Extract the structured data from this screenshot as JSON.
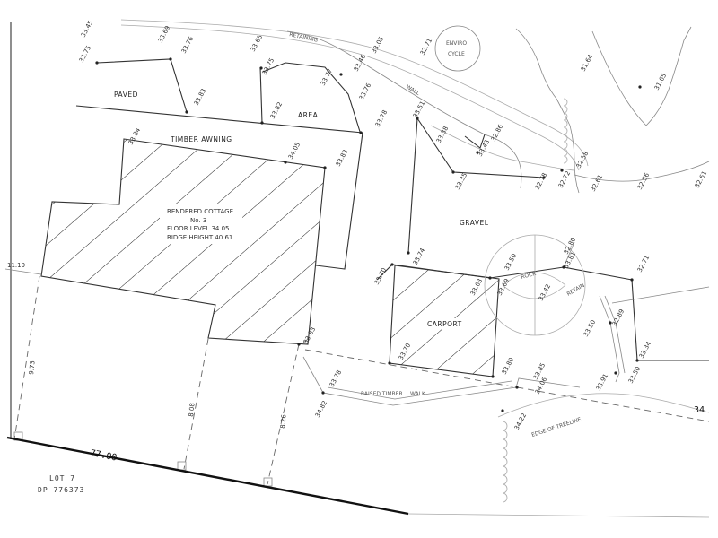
{
  "labels": {
    "paved": "PAVED",
    "area": "AREA",
    "timber_awning": "TIMBER   AWNING",
    "cottage_1": "RENDERED COTTAGE",
    "cottage_2": "No. 3",
    "cottage_3": "FLOOR  LEVEL  34.05",
    "cottage_4": "RIDGE HEIGHT 40.61",
    "gravel": "GRAVEL",
    "carport": "CARPORT",
    "enviro": "ENVIRO",
    "cycle": "CYCLE",
    "retaining": "RETAINING",
    "wall": "WALL",
    "edge_of_treeline": "EDGE   OF   TREELINE",
    "lot_1": "LOT 7",
    "lot_2": "DP 776373",
    "boundary_length": "77.00",
    "boundary_end": "34",
    "left_dim": "11.19",
    "dim_1": "9.73",
    "dim_2": "8.08",
    "dim_3": "8.26",
    "raised_timber": "RAISED TIMBER",
    "walk": "WALK",
    "rock": "ROCK",
    "retain": "RETAIN"
  },
  "levels": [
    {
      "id": "l1",
      "value": "33.45"
    },
    {
      "id": "l2",
      "value": "33.69"
    },
    {
      "id": "l3",
      "value": "33.75"
    },
    {
      "id": "l4",
      "value": "33.76"
    },
    {
      "id": "l5",
      "value": "33.65"
    },
    {
      "id": "l6",
      "value": "33.75"
    },
    {
      "id": "l7",
      "value": "33.05"
    },
    {
      "id": "l8",
      "value": "32.71"
    },
    {
      "id": "l9",
      "value": "33.46"
    },
    {
      "id": "l10",
      "value": "33.77"
    },
    {
      "id": "l11",
      "value": "33.76"
    },
    {
      "id": "l12",
      "value": "33.83"
    },
    {
      "id": "l13",
      "value": "33.82"
    },
    {
      "id": "l14",
      "value": "33.78"
    },
    {
      "id": "l15",
      "value": "33.51"
    },
    {
      "id": "l16",
      "value": "33.38"
    },
    {
      "id": "l17",
      "value": "32.86"
    },
    {
      "id": "l18",
      "value": "33.43"
    },
    {
      "id": "l19",
      "value": "33.35"
    },
    {
      "id": "l20",
      "value": "32.78"
    },
    {
      "id": "l21",
      "value": "32.72"
    },
    {
      "id": "l22",
      "value": "32.58"
    },
    {
      "id": "l23",
      "value": "31.64"
    },
    {
      "id": "l24",
      "value": "31.65"
    },
    {
      "id": "l25",
      "value": "32.61"
    },
    {
      "id": "l26",
      "value": "32.56"
    },
    {
      "id": "l27",
      "value": "32.61"
    },
    {
      "id": "l28",
      "value": "33.84"
    },
    {
      "id": "l29",
      "value": "34.05"
    },
    {
      "id": "l30",
      "value": "33.83"
    },
    {
      "id": "l31",
      "value": "33.74"
    },
    {
      "id": "l32",
      "value": "33.70"
    },
    {
      "id": "l33",
      "value": "33.50"
    },
    {
      "id": "l34",
      "value": "32.80"
    },
    {
      "id": "l35",
      "value": "33.81"
    },
    {
      "id": "l36",
      "value": "32.71"
    },
    {
      "id": "l37",
      "value": "33.63"
    },
    {
      "id": "l38",
      "value": "33.69"
    },
    {
      "id": "l39",
      "value": "33.42"
    },
    {
      "id": "l40",
      "value": "32.89"
    },
    {
      "id": "l41",
      "value": "33.50"
    },
    {
      "id": "l42",
      "value": "33.70"
    },
    {
      "id": "l43",
      "value": "33.83"
    },
    {
      "id": "l44",
      "value": "33.34"
    },
    {
      "id": "l45",
      "value": "33.78"
    },
    {
      "id": "l46",
      "value": "34.82"
    },
    {
      "id": "l47",
      "value": "33.80"
    },
    {
      "id": "l48",
      "value": "33.85"
    },
    {
      "id": "l49",
      "value": "34.06"
    },
    {
      "id": "l50",
      "value": "33.91"
    },
    {
      "id": "l51",
      "value": "33.50"
    },
    {
      "id": "l52",
      "value": "34.22"
    }
  ]
}
